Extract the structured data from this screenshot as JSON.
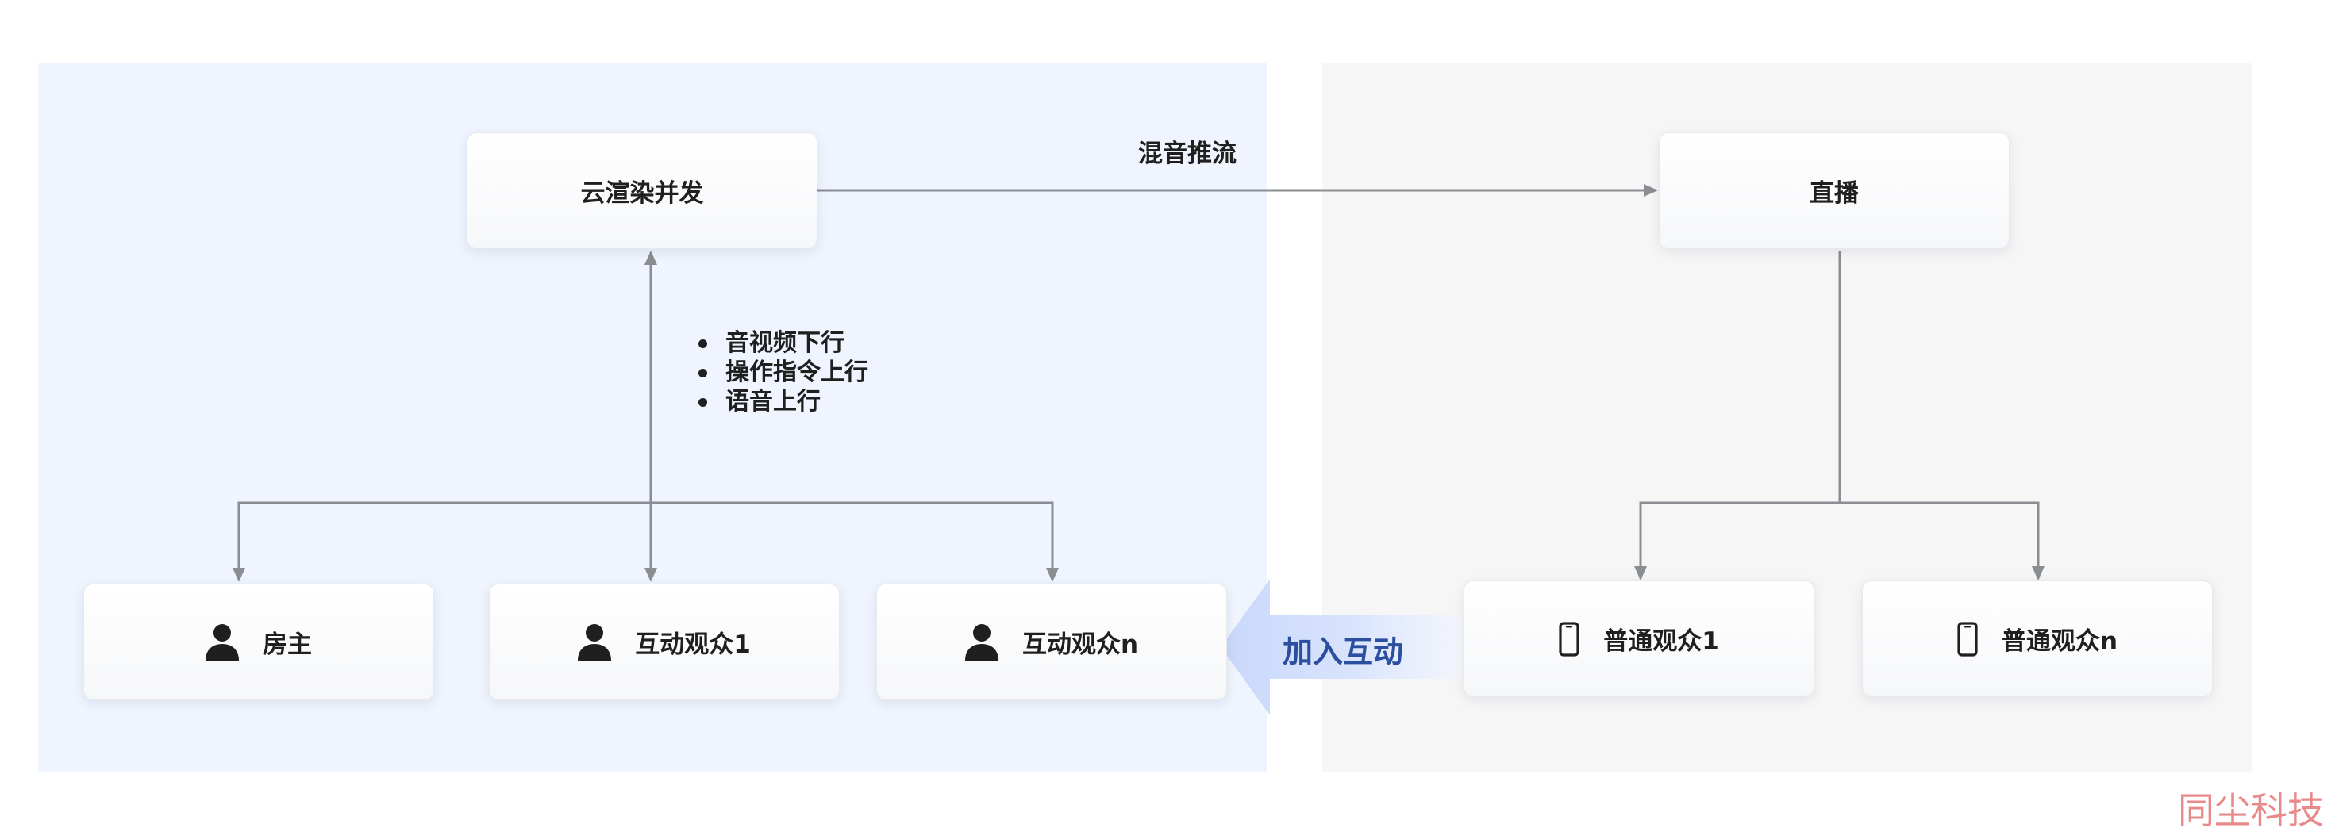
{
  "nodes": {
    "cloud_render": "云渲染并发",
    "live": "直播",
    "host": "房主",
    "interactive_1": "互动观众1",
    "interactive_n": "互动观众n",
    "normal_1": "普通观众1",
    "normal_n": "普通观众n"
  },
  "labels": {
    "mix_push": "混音推流",
    "join_interaction": "加入互动"
  },
  "bullets": [
    "音视频下行",
    "操作指令上行",
    "语音上行"
  ],
  "watermark": "同尘科技",
  "icons": {
    "user": "user-icon",
    "phone": "phone-icon"
  },
  "colors": {
    "left_panel": "#eff4fe",
    "right_panel": "#f6f6f6",
    "connector": "#8a8d92",
    "join_accent": "#2c4e9e",
    "watermark": "#e98a8a"
  }
}
